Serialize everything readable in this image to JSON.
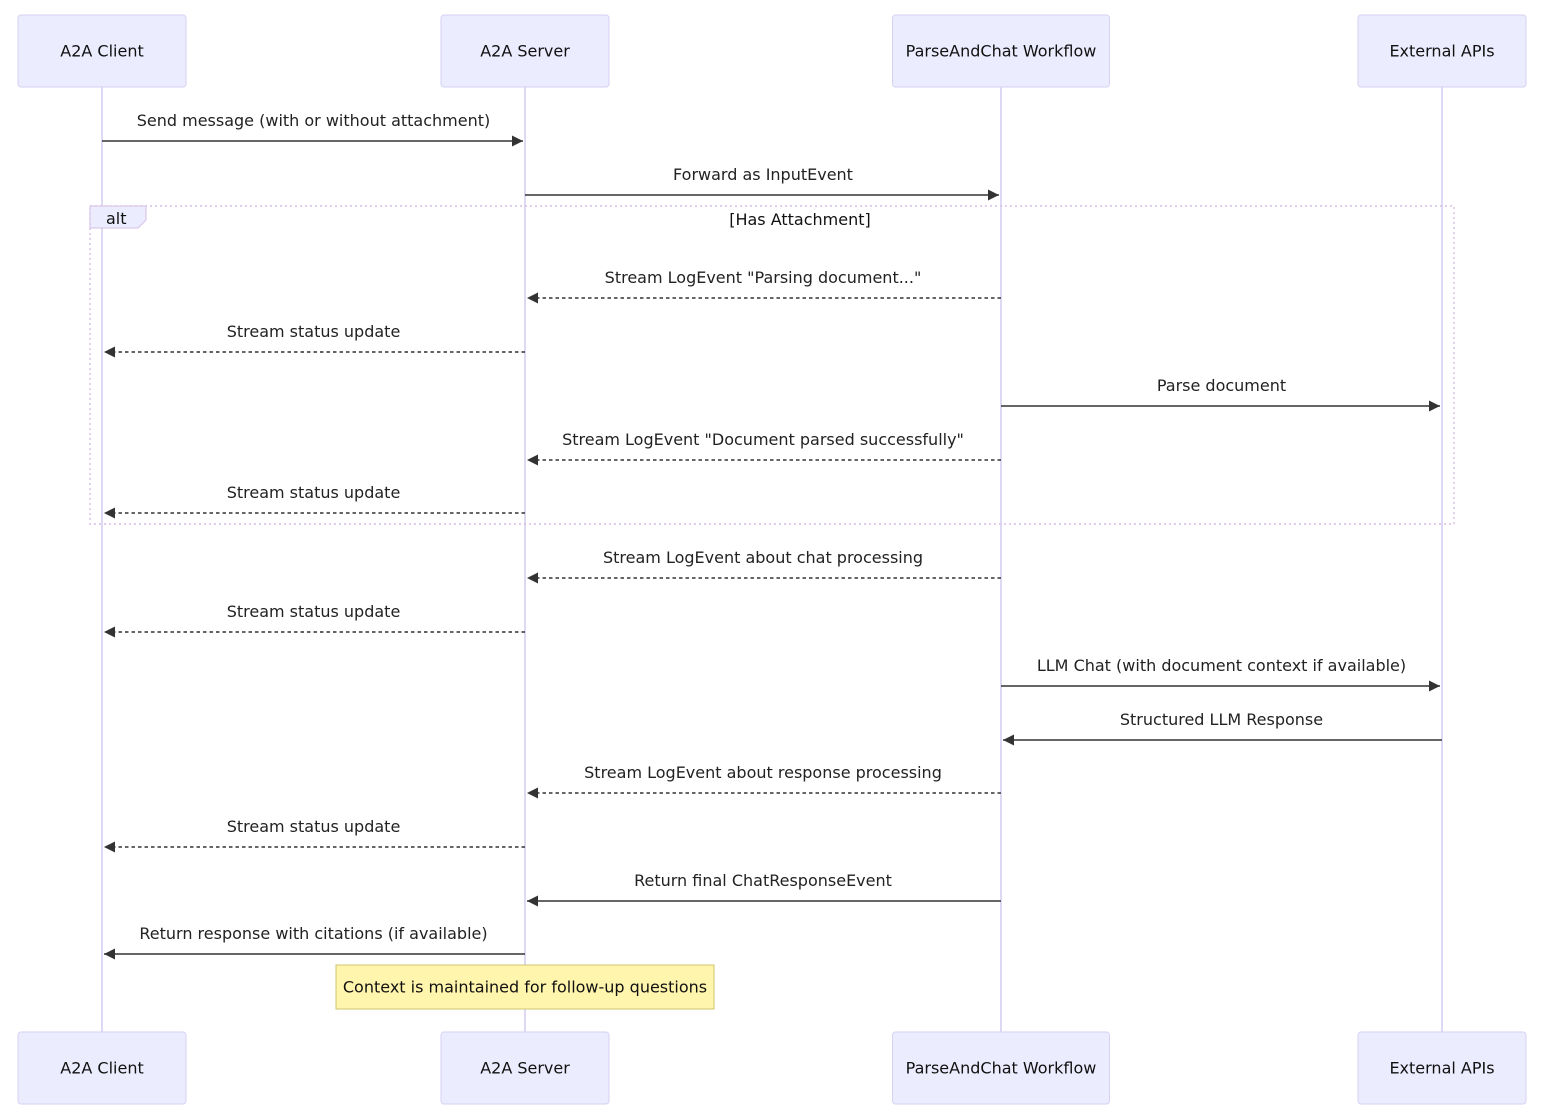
{
  "actors": [
    {
      "id": "client",
      "label": "A2A Client"
    },
    {
      "id": "server",
      "label": "A2A Server"
    },
    {
      "id": "workflow",
      "label": "ParseAndChat Workflow"
    },
    {
      "id": "apis",
      "label": "External APIs"
    }
  ],
  "messages": [
    {
      "from": "client",
      "to": "server",
      "text": "Send message (with or without attachment)",
      "style": "solid"
    },
    {
      "from": "server",
      "to": "workflow",
      "text": "Forward as InputEvent",
      "style": "solid"
    },
    {
      "from": "workflow",
      "to": "server",
      "text": "Stream LogEvent \"Parsing document...\"",
      "style": "dashed"
    },
    {
      "from": "server",
      "to": "client",
      "text": "Stream status update",
      "style": "dashed"
    },
    {
      "from": "workflow",
      "to": "apis",
      "text": "Parse document",
      "style": "solid"
    },
    {
      "from": "workflow",
      "to": "server",
      "text": "Stream LogEvent \"Document parsed successfully\"",
      "style": "dashed"
    },
    {
      "from": "server",
      "to": "client",
      "text": "Stream status update",
      "style": "dashed"
    },
    {
      "from": "workflow",
      "to": "server",
      "text": "Stream LogEvent about chat processing",
      "style": "dashed"
    },
    {
      "from": "server",
      "to": "client",
      "text": "Stream status update",
      "style": "dashed"
    },
    {
      "from": "workflow",
      "to": "apis",
      "text": "LLM Chat (with document context if available)",
      "style": "solid"
    },
    {
      "from": "apis",
      "to": "workflow",
      "text": "Structured LLM Response",
      "style": "solid"
    },
    {
      "from": "workflow",
      "to": "server",
      "text": "Stream LogEvent about response processing",
      "style": "dashed"
    },
    {
      "from": "server",
      "to": "client",
      "text": "Stream status update",
      "style": "dashed"
    },
    {
      "from": "workflow",
      "to": "server",
      "text": "Return final ChatResponseEvent",
      "style": "solid"
    },
    {
      "from": "server",
      "to": "client",
      "text": "Return response with citations (if available)",
      "style": "solid"
    }
  ],
  "alt_block": {
    "label": "alt",
    "condition": "[Has Attachment]",
    "first_message": 2,
    "last_message": 6
  },
  "note": {
    "text": "Context is maintained for follow-up questions",
    "over": "server"
  },
  "colors": {
    "actor_fill": "#ececff",
    "lifeline": "#d4ccf0",
    "note_fill": "#fff5ad",
    "arrow": "#333333"
  }
}
